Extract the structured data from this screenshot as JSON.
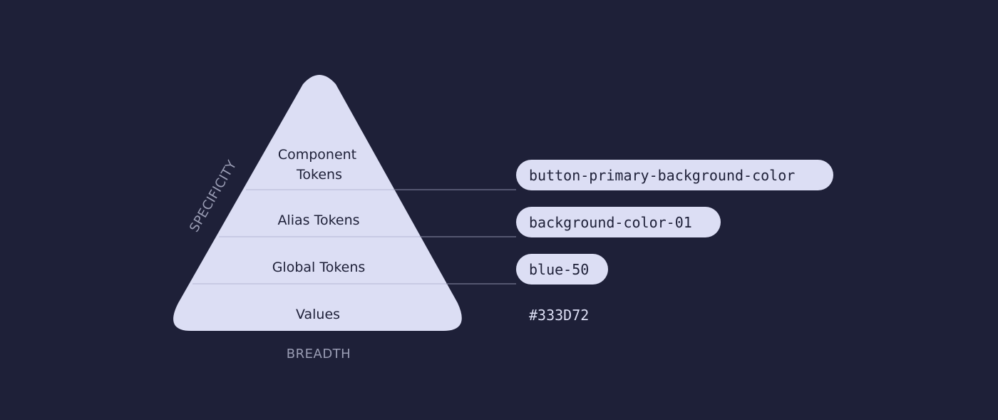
{
  "colors": {
    "background": "#1e2038",
    "pyramid_fill": "#dcdef4",
    "divider": "#b3b6d4",
    "pill_fill": "#dcdef4",
    "text_dark": "#1e2038",
    "axis_label": "#9a9db4",
    "value_text": "#dcdef4"
  },
  "pyramid": {
    "layers": [
      {
        "label_lines": [
          "Component",
          "Tokens"
        ]
      },
      {
        "label_lines": [
          "Alias Tokens"
        ]
      },
      {
        "label_lines": [
          "Global Tokens"
        ]
      },
      {
        "label_lines": [
          "Values"
        ]
      }
    ]
  },
  "axes": {
    "vertical_label": "SPECIFICITY",
    "horizontal_label": "BREADTH"
  },
  "tokens": [
    {
      "text": "button-primary-background-color",
      "style": "pill"
    },
    {
      "text": "background-color-01",
      "style": "pill"
    },
    {
      "text": "blue-50",
      "style": "pill"
    },
    {
      "text": "#333D72",
      "style": "plain"
    }
  ]
}
